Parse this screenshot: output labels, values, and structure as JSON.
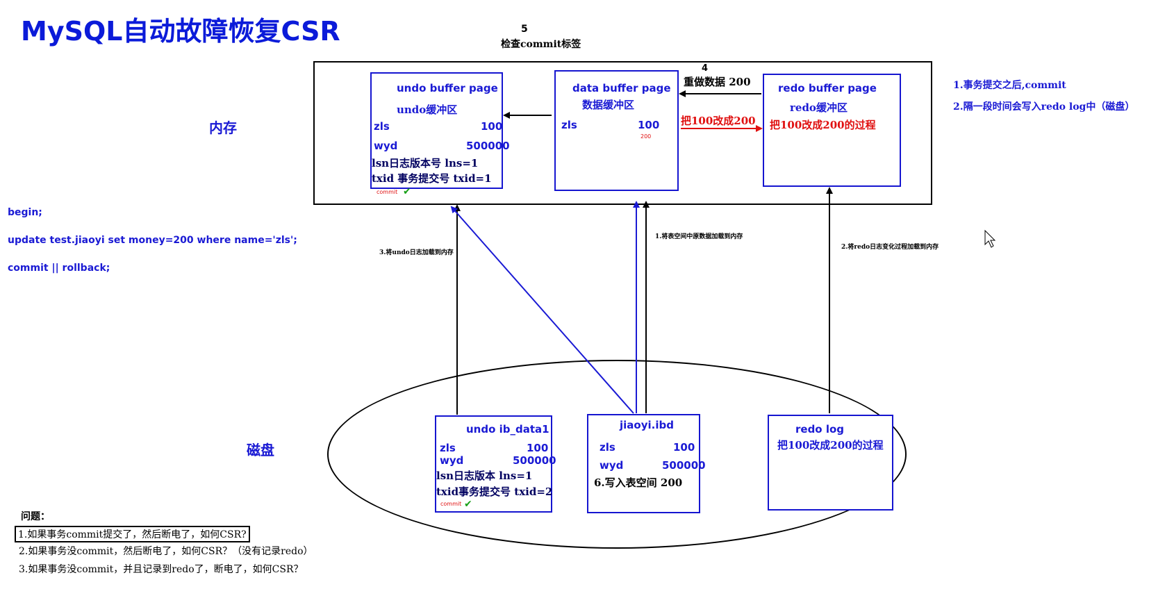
{
  "title": "MySQL自动故障恢复CSR",
  "memory_label": "内存",
  "disk_label": "磁盘",
  "step5": {
    "num": "5",
    "text": "检查commit标签"
  },
  "step4": {
    "num": "4",
    "text": "重做数据 200"
  },
  "undo_buffer": {
    "title": "undo buffer page",
    "subtitle": "undo缓冲区",
    "rows": [
      {
        "name": "zls",
        "value": "100"
      },
      {
        "name": "wyd",
        "value": "500000"
      }
    ],
    "lsn": "lsn日志版本号  lns=1",
    "txid": "txid 事务提交号  txid=1",
    "commit_mark": "commit"
  },
  "data_buffer": {
    "title": "data buffer page",
    "subtitle": "数据缓冲区",
    "row_name": "zls",
    "row_value": "100",
    "new_value": "200"
  },
  "redo_buffer": {
    "title": "redo  buffer page",
    "subtitle": "redo缓冲区",
    "change": "把100改成200的过程"
  },
  "arrow_label_change": "把100改成200",
  "right_notes": [
    "1.事务提交之后,commit",
    "2.隔一段时间会写入redo log中（磁盘）"
  ],
  "sql": {
    "line1": "begin;",
    "line2": "update test.jiaoyi set money=200 where name='zls';",
    "line3": "commit  ||   rollback;"
  },
  "arrow_notes": {
    "step3": "3.将undo日志加载到内存",
    "step1": "1.将表空间中原数据加载到内存",
    "step2": "2.将redo日志变化过程加载到内存"
  },
  "undo_file": {
    "title": "undo  ib_data1",
    "rows": [
      {
        "name": "zls",
        "value": "100"
      },
      {
        "name": "wyd",
        "value": "500000"
      }
    ],
    "lsn": "lsn日志版本  lns=1",
    "txid": "txid事务提交号  txid=2",
    "commit_mark": "commit"
  },
  "ibd_file": {
    "title": "jiaoyi.ibd",
    "rows": [
      {
        "name": "zls",
        "value": "100"
      },
      {
        "name": "wyd",
        "value": "500000"
      }
    ],
    "step6": "6.写入表空间 200"
  },
  "redo_file": {
    "title": "redo  log",
    "change": "把100改成200的过程"
  },
  "questions": {
    "header": "问题：",
    "q1": "1.如果事务commit提交了，然后断电了，如何CSR?",
    "q2": "2.如果事务没commit，然后断电了，如何CSR？（没有记录redo）",
    "q3": "3.如果事务没commit，并且记录到redo了，断电了，如何CSR？"
  },
  "colors": {
    "blue": "#1a1ad4",
    "red": "#e01010",
    "black": "#000000",
    "green": "#18a018"
  }
}
